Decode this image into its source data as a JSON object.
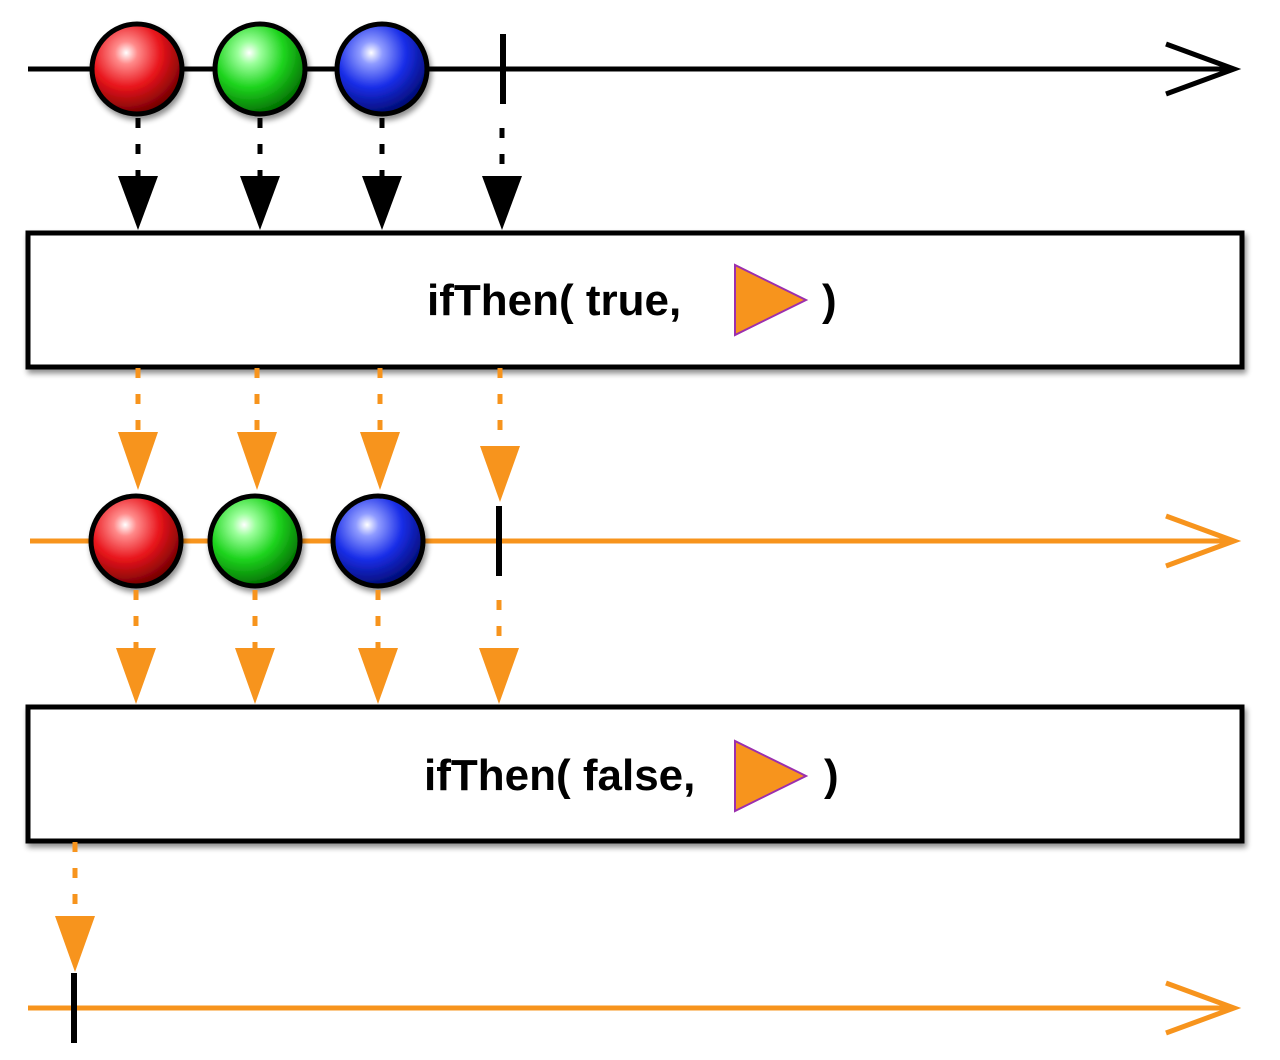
{
  "colors": {
    "source_line": "#000000",
    "result_line": "#f7941d",
    "box_fill": "#ffffff",
    "box_stroke": "#000000",
    "play_fill": "#f7941d",
    "play_stroke": "#9b2fae",
    "marble_red": "#e8141b",
    "marble_green": "#1ed41e",
    "marble_blue": "#1a2ee8"
  },
  "diagram": {
    "source_marbles": [
      "red",
      "green",
      "blue"
    ],
    "operator_1": {
      "prefix": "ifThen( true,",
      "suffix": ")",
      "icon": "orange-play-triangle-icon"
    },
    "operator_2": {
      "prefix": "ifThen( false,",
      "suffix": ")",
      "icon": "orange-play-triangle-icon"
    }
  }
}
